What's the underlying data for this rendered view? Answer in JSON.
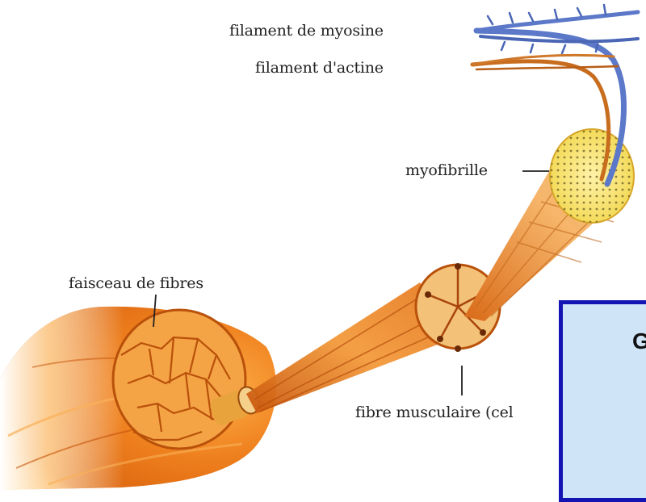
{
  "labels": {
    "myosin": "filament de myosine",
    "actin": "filament d'actine",
    "myofibril": "myofibrille",
    "bundle": "faisceau de fibres",
    "fiber": "fibre musculaire (cel"
  },
  "box": {
    "text": "G"
  },
  "colors": {
    "muscle": "#e8761a",
    "muscle_dark": "#b84a08",
    "myosin": "#5b78c9",
    "actin": "#c86c1e",
    "myofibril_face": "#f3e36a",
    "box_fill": "#cfe5f7",
    "box_border": "#1414b4"
  }
}
